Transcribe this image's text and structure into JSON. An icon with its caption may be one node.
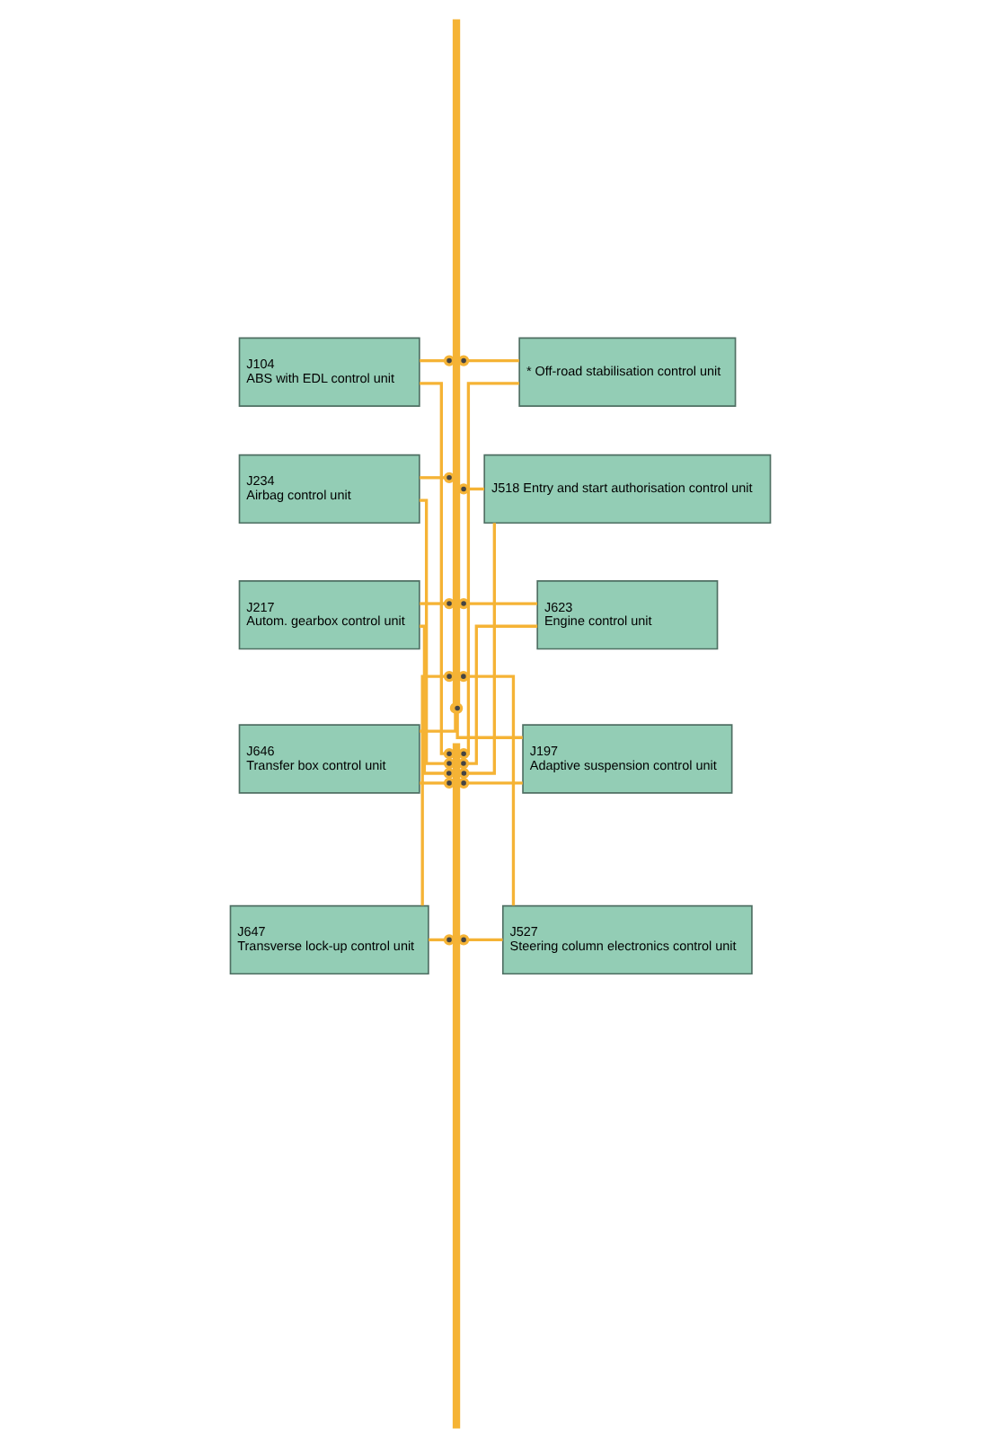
{
  "diagram": {
    "nodes": [
      {
        "text": [
          "J234",
          "Airbag control unit"
        ]
      },
      {
        "text": [
          "J518 Entry and start authorisation control unit"
        ]
      },
      {
        "text": [
          "J217",
          "Autom. gearbox control unit"
        ]
      },
      {
        "text": [
          "J623",
          "Engine control unit"
        ]
      },
      {
        "text": [
          "J646",
          "Transfer box control unit"
        ]
      },
      {
        "text": [
          "J197",
          "Adaptive suspension control unit"
        ]
      },
      {
        "text": [
          "J647",
          "Transverse lock-up control unit"
        ]
      },
      {
        "text": [
          "J527",
          "Steering column electronics control unit"
        ]
      },
      {
        "text": [
          "J104",
          "ABS with EDL control unit"
        ]
      },
      {
        "text": [
          "* Off-road stabilisation control unit"
        ]
      },
      {
        "text": [],
        "shape": "bar"
      },
      {
        "text": [],
        "shape": "bar"
      }
    ],
    "edges": [
      {
        "from": 0,
        "to": 10,
        "arrow": "other"
      },
      {
        "from": 0,
        "to": 11,
        "arrow": "other"
      },
      {
        "from": 1,
        "to": 10,
        "arrow": "other"
      },
      {
        "from": 1,
        "to": 11,
        "arrow": "other"
      },
      {
        "from": 2,
        "to": 10,
        "arrow": "other"
      },
      {
        "from": 2,
        "to": 11,
        "arrow": "other"
      },
      {
        "from": 3,
        "to": 10,
        "arrow": "other"
      },
      {
        "from": 3,
        "to": 11,
        "arrow": "other"
      },
      {
        "from": 4,
        "to": 10,
        "arrow": "other"
      },
      {
        "from": 4,
        "to": 11,
        "arrow": "other"
      },
      {
        "from": 5,
        "to": 10,
        "arrow": "other"
      },
      {
        "from": 5,
        "to": 11,
        "arrow": "other"
      },
      {
        "from": 6,
        "to": 10,
        "arrow": "other"
      },
      {
        "from": 6,
        "to": 11,
        "arrow": "other"
      },
      {
        "from": 7,
        "to": 10,
        "arrow": "other"
      },
      {
        "from": 7,
        "to": 11,
        "arrow": "other"
      },
      {
        "from": 8,
        "to": 10,
        "arrow": "other"
      },
      {
        "from": 8,
        "to": 11,
        "arrow": "other"
      },
      {
        "from": 9,
        "to": 10,
        "arrow": "other"
      },
      {
        "from": 9,
        "to": 11,
        "arrow": "other"
      }
    ]
  }
}
